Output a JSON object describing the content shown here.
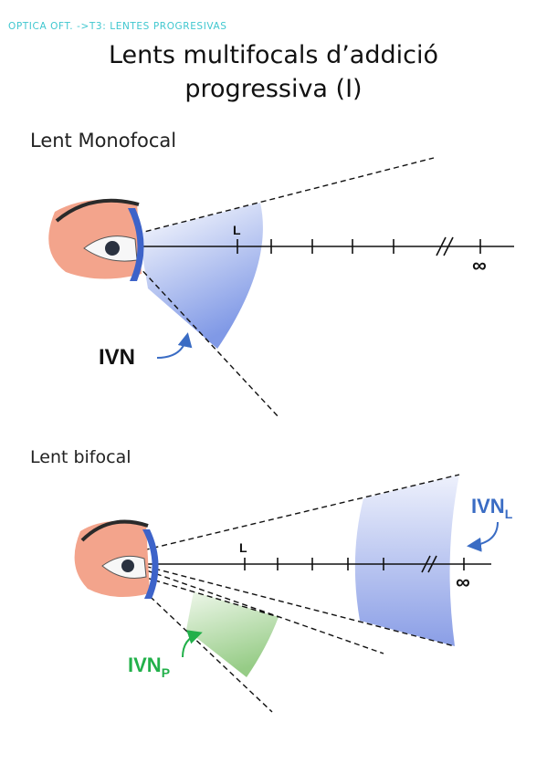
{
  "header": "OPTICA OFT. ->T3: LENTES PROGRESIVAS",
  "title": {
    "line1": "Lents multifocals d’addició",
    "line2": "progressiva (I)"
  },
  "sections": [
    {
      "heading": "Lent Monofocal",
      "near_mark": "L",
      "far_mark": "∞",
      "field_label": "IVN"
    },
    {
      "heading": "Lent bifocal",
      "near_mark": "L",
      "far_mark": "∞",
      "far_field_label": "IVN",
      "far_field_sub": "L",
      "near_field_label": "IVN",
      "near_field_sub": "P"
    }
  ],
  "colors": {
    "header": "#3fc7cf",
    "far_field": "#8fa6e8",
    "near_field": "#9fd08f",
    "lens": "#3d63c9",
    "label_blue": "#3a6cc4",
    "label_green": "#22b04a"
  }
}
